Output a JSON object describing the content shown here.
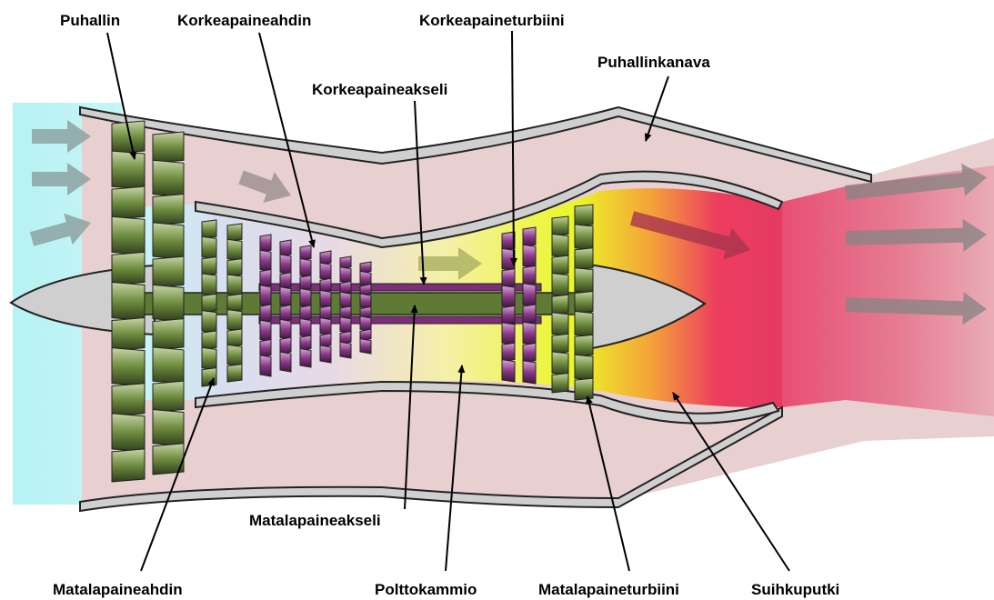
{
  "labels": {
    "fan": "Puhallin",
    "hp_compressor": "Korkeapaineahdin",
    "hp_turbine": "Korkeapaineturbiini",
    "bypass_duct": "Puhallinkanava",
    "hp_shaft": "Korkeapaineakseli",
    "lp_shaft": "Matalapaineakseli",
    "lp_compressor": "Matalapaineahdin",
    "combustor": "Polttokammio",
    "lp_turbine": "Matalapaineturbiini",
    "nozzle": "Suihkuputki"
  },
  "colors": {
    "intake_air": "#bff4f6",
    "bypass_air": "#e8cfd0",
    "hot_gas": "#e8436a",
    "combustion": "#eef52a",
    "lp_spool": "#5e7a35",
    "hp_spool": "#7a2f78",
    "casing": "#cfcfcf",
    "arrow": "#8a8a8a"
  },
  "arrow_icon": "flow-arrow-icon"
}
